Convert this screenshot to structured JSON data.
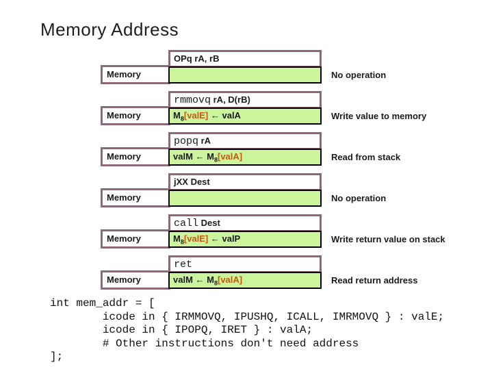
{
  "slide": {
    "title": "Memory Address"
  },
  "labels": {
    "memory": "Memory"
  },
  "colors": {
    "border_purple": "#8e6878",
    "green_fill": "#cbf59d",
    "highlight_orange": "#c45911",
    "cell_border_black": "#000000",
    "text_black": "#1a1a1a"
  },
  "blocks": [
    {
      "instr_mono": "",
      "instr_sans": "OPq rA, rB",
      "cell": [],
      "desc": "No operation"
    },
    {
      "instr_mono": "rmmovq",
      "instr_sans": " rA, D(rB)",
      "cell": [
        {
          "t": "M"
        },
        {
          "t": "8",
          "sub": true
        },
        {
          "t": "[valE]",
          "hl": true
        },
        {
          "t": " ← valA"
        }
      ],
      "desc": "Write value to memory"
    },
    {
      "instr_mono": "popq",
      "instr_sans": " rA",
      "cell": [
        {
          "t": "valM ← M"
        },
        {
          "t": "8",
          "sub": true
        },
        {
          "t": "[valA]",
          "hl": true
        }
      ],
      "desc": "Read from stack"
    },
    {
      "instr_mono": "",
      "instr_sans": "jXX Dest",
      "cell": [],
      "desc": "No operation"
    },
    {
      "instr_mono": "call",
      "instr_sans": " Dest",
      "cell": [
        {
          "t": "M"
        },
        {
          "t": "8",
          "sub": true
        },
        {
          "t": "[valE]",
          "hl": true
        },
        {
          "t": " ← valP"
        }
      ],
      "desc": "Write return value on stack"
    },
    {
      "instr_mono": "ret",
      "instr_sans": "",
      "cell": [
        {
          "t": "valM ← M"
        },
        {
          "t": "8",
          "sub": true
        },
        {
          "t": "[valA]",
          "hl": true
        }
      ],
      "desc": "Read return address"
    }
  ],
  "code": {
    "text": "int mem_addr = [\n        icode in { IRMMOVQ, IPUSHQ, ICALL, IMRMOVQ } : valE;\n        icode in { IPOPQ, IRET } : valA;\n        # Other instructions don't need address\n];"
  }
}
